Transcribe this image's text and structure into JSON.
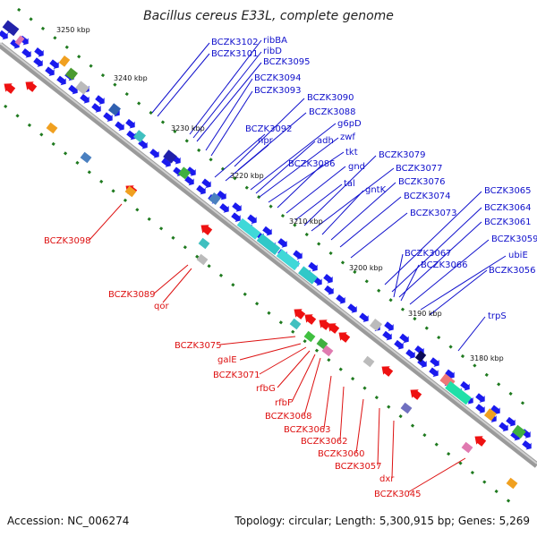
{
  "title": "Bacillus cereus E33L, complete genome",
  "footer": {
    "accession": "Accession: NC_006274",
    "summary": "Topology: circular; Length: 5,300,915 bp; Genes: 5,269"
  },
  "colors": {
    "forward_label": "#1010cc",
    "reverse_label": "#dd1111",
    "forward_arrow": "#1a1aee",
    "reverse_arrow": "#ee1111",
    "backbone": "#999999",
    "gc_dot": "#228822"
  },
  "coordinate_labels": [
    "3250 kbp",
    "3240 kbp",
    "3230 kbp",
    "3220 kbp",
    "3210 kbp",
    "3200 kbp",
    "3190 kbp",
    "3180 kbp"
  ],
  "forward_labels": [
    "BCZK3102",
    "BCZK3101",
    "ribBA",
    "ribD",
    "BCZK3095",
    "BCZK3094",
    "BCZK3093",
    "BCZK3090",
    "BCZK3088",
    "BCZK3092",
    "npr",
    "g6pD",
    "adh",
    "zwf",
    "tkt",
    "BCZK3086",
    "gnd",
    "tal",
    "BCZK3079",
    "BCZK3077",
    "gntK",
    "BCZK3076",
    "BCZK3074",
    "BCZK3073",
    "BCZK3065",
    "BCZK3064",
    "BCZK3061",
    "BCZK3059",
    "ubiE",
    "BCZK3067",
    "BCZK3066",
    "BCZK3056",
    "trpS"
  ],
  "reverse_labels": [
    "BCZK3098",
    "BCZK3089",
    "qor",
    "BCZK3075",
    "galE",
    "BCZK3071",
    "rfbG",
    "rfbF",
    "BCZK3068",
    "BCZK3063",
    "BCZK3062",
    "BCZK3060",
    "BCZK3057",
    "dxr",
    "BCZK3045"
  ]
}
